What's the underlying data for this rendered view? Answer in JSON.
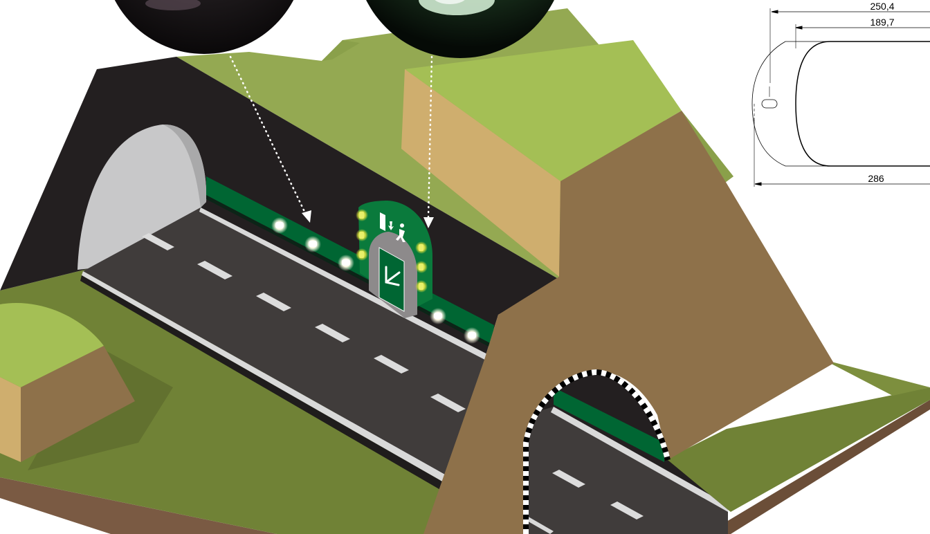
{
  "dimensions": {
    "overall_length": "250,4",
    "body_length": "189,7",
    "base_length": "286"
  },
  "colors": {
    "grass_light": "#a4bf55",
    "grass_dark": "#708236",
    "earth_light": "#cfae6e",
    "earth_dark": "#8e714a",
    "tunnel_wall": "#231f20",
    "asphalt": "#403c3b",
    "safety_green": "#006633",
    "led_glow": "#fffbe6",
    "marker_yellow": "#c8d43a"
  },
  "icons": [
    "emergency-exit-icon",
    "running-person-icon",
    "exit-arrow-icon",
    "led-light-icon"
  ]
}
